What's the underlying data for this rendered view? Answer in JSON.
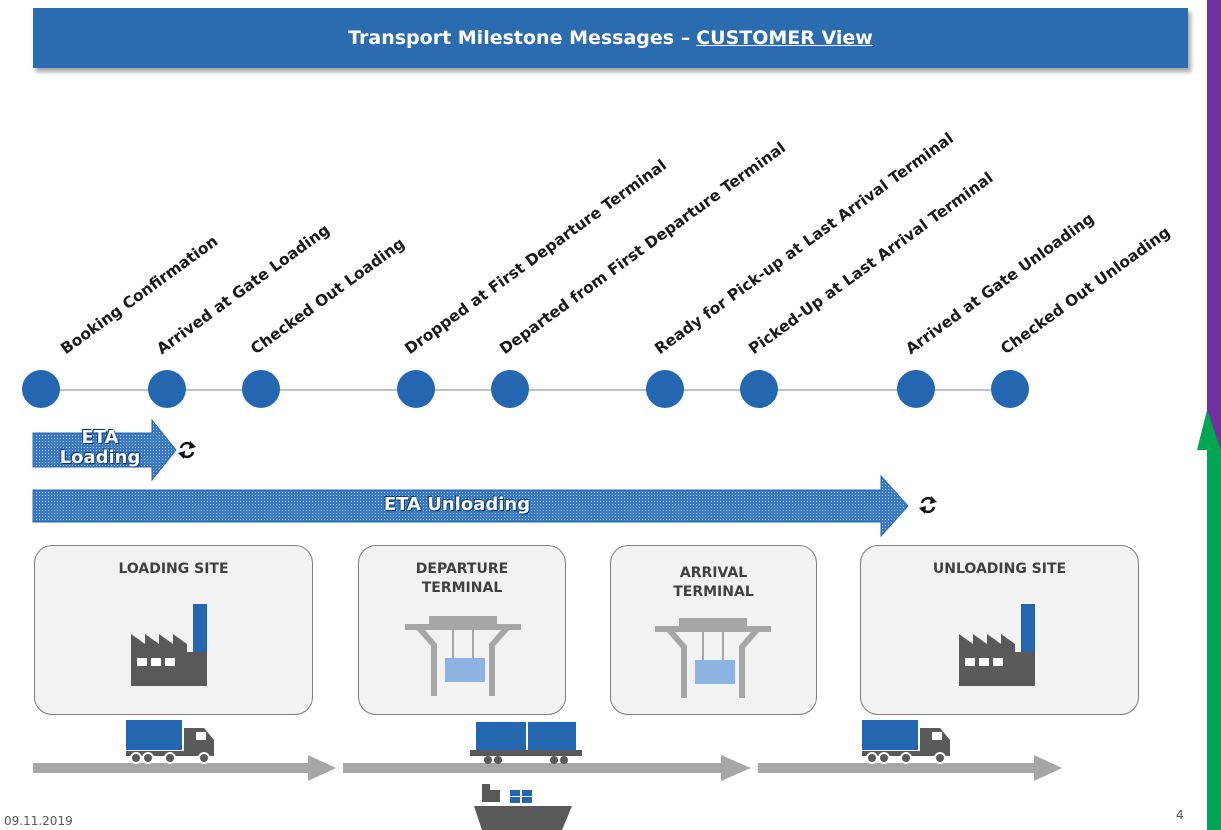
{
  "header": {
    "title_prefix": "Transport Milestone Messages –",
    "title_view": "CUSTOMER View"
  },
  "milestones": [
    {
      "label": "Booking Confirmation"
    },
    {
      "label": "Arrived at Gate Loading"
    },
    {
      "label": "Checked Out Loading"
    },
    {
      "label": "Dropped at First Departure Terminal"
    },
    {
      "label": "Departed from First Departure Terminal"
    },
    {
      "label": "Ready for Pick-up at Last Arrival Terminal"
    },
    {
      "label": "Picked-Up at Last Arrival Terminal"
    },
    {
      "label": "Arrived at Gate Unloading"
    },
    {
      "label": "Checked Out Unloading"
    }
  ],
  "eta": {
    "loading": "ETA\nLoading",
    "unloading": "ETA Unloading"
  },
  "sites": [
    {
      "title": "LOADING SITE",
      "icon": "factory-icon"
    },
    {
      "title": "DEPARTURE\nTERMINAL",
      "icon": "gantry-crane-icon"
    },
    {
      "title": "ARRIVAL\nTERMINAL",
      "icon": "gantry-crane-icon"
    },
    {
      "title": "UNLOADING SITE",
      "icon": "factory-icon"
    }
  ],
  "transport_icons": [
    "truck-icon",
    "train-wagon-icon",
    "ship-icon",
    "truck-icon"
  ],
  "colors": {
    "primary_blue": "#2566b0",
    "title_bar": "#2b6cb0",
    "gray": "#a6a6a6",
    "dark_gray": "#595959",
    "light_blue": "#8db3e2",
    "edge_purple": "#7030a0",
    "edge_green": "#00a651"
  },
  "footer": {
    "date": "09.11.2019",
    "page": "4"
  }
}
